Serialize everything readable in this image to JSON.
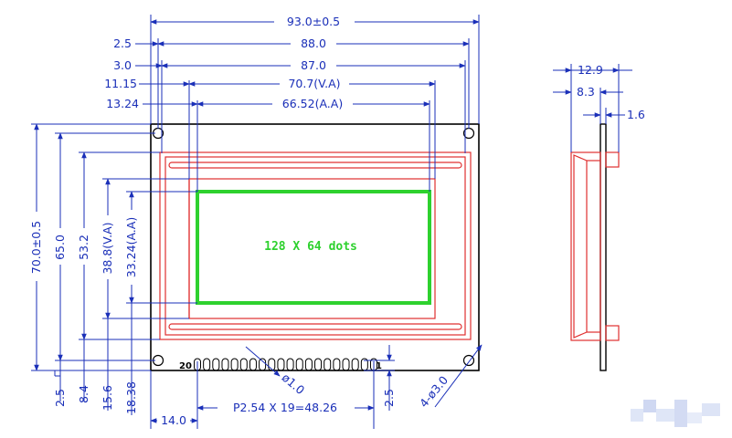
{
  "colors": {
    "dimension": "#1a2fb8",
    "outline": "#000000",
    "bezel": "#e03030",
    "active_area": "#2ed12e"
  },
  "front_view": {
    "overall_width": "93.0±0.5",
    "hole_pitch_width": "88.0",
    "pcb_inner_width": "87.0",
    "viewing_area_width": "70.7(V.A)",
    "active_area_width": "66.52(A.A)",
    "offset_2_5": "2.5",
    "offset_3_0": "3.0",
    "offset_11_15": "11.15",
    "offset_13_24": "13.24",
    "overall_height": "70.0±0.5",
    "hole_pitch_height": "65.0",
    "bezel_height": "53.2",
    "viewing_area_height": "38.8(V.A)",
    "active_area_height": "33.24(A.A)",
    "bottom_2_5": "2.5",
    "bottom_8_4": "8.4",
    "bottom_15_6": "15.6",
    "bottom_18_38": "18.38",
    "display_text": "128 X 64 dots",
    "pin_first": "20",
    "pin_last": "1",
    "pin_hole_dia": "ø1.0",
    "pin_offset": "14.0",
    "pin_pitch": "P2.54 X 19=48.26",
    "pin_row_height": "2.5",
    "mount_holes": "4-ø3.0"
  },
  "side_view": {
    "total_depth": "12.9",
    "module_depth": "8.3",
    "pcb_thickness": "1.6"
  }
}
